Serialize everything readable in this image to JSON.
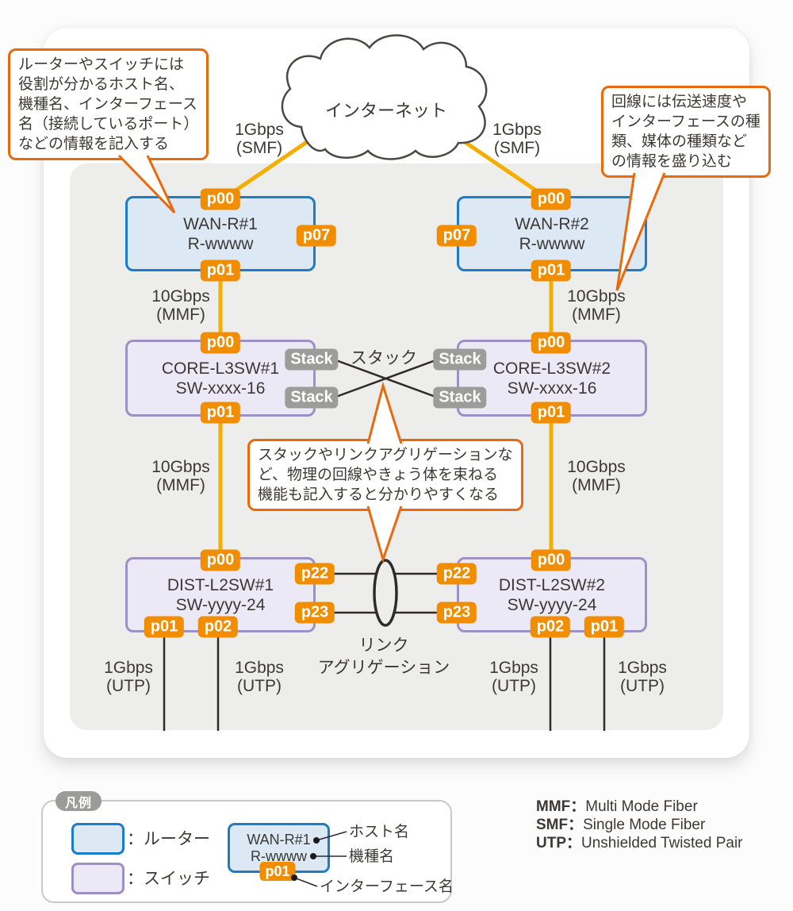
{
  "diagram": {
    "internet_label": "インターネット",
    "stack_label": "スタック",
    "stack_badge": "Stack",
    "link_agg_label": {
      "line1": "リンク",
      "line2": "アグリゲーション"
    },
    "links": {
      "internet_wan1": {
        "speed": "1Gbps",
        "medium": "(SMF)"
      },
      "internet_wan2": {
        "speed": "1Gbps",
        "medium": "(SMF)"
      },
      "wan1_core1": {
        "speed": "10Gbps",
        "medium": "(MMF)"
      },
      "wan2_core2": {
        "speed": "10Gbps",
        "medium": "(MMF)"
      },
      "core1_dist1": {
        "speed": "10Gbps",
        "medium": "(MMF)"
      },
      "core2_dist2": {
        "speed": "10Gbps",
        "medium": "(MMF)"
      },
      "dist1_p01_down": {
        "speed": "1Gbps",
        "medium": "(UTP)"
      },
      "dist1_p02_down": {
        "speed": "1Gbps",
        "medium": "(UTP)"
      },
      "dist2_p02_down": {
        "speed": "1Gbps",
        "medium": "(UTP)"
      },
      "dist2_p01_down": {
        "speed": "1Gbps",
        "medium": "(UTP)"
      }
    },
    "devices": {
      "wan1": {
        "host": "WAN-R#1",
        "model": "R-wwww",
        "port_top": "p00",
        "port_side": "p07",
        "port_bottom": "p01"
      },
      "wan2": {
        "host": "WAN-R#2",
        "model": "R-wwww",
        "port_top": "p00",
        "port_side": "p07",
        "port_bottom": "p01"
      },
      "core1": {
        "host": "CORE-L3SW#1",
        "model": "SW-xxxx-16",
        "port_top": "p00",
        "port_bottom": "p01",
        "stack1": "Stack",
        "stack2": "Stack"
      },
      "core2": {
        "host": "CORE-L3SW#2",
        "model": "SW-xxxx-16",
        "port_top": "p00",
        "port_bottom": "p01",
        "stack1": "Stack",
        "stack2": "Stack"
      },
      "dist1": {
        "host": "DIST-L2SW#1",
        "model": "SW-yyyy-24",
        "port_top": "p00",
        "port_side1": "p22",
        "port_side2": "p23",
        "port_bottom1": "p01",
        "port_bottom2": "p02"
      },
      "dist2": {
        "host": "DIST-L2SW#2",
        "model": "SW-yyyy-24",
        "port_top": "p00",
        "port_side1": "p22",
        "port_side2": "p23",
        "port_bottom1": "p02",
        "port_bottom2": "p01"
      }
    }
  },
  "callouts": {
    "left": {
      "lines": [
        "ルーターやスイッチには",
        "役割が分かるホスト名、",
        "機種名、インターフェース",
        "名（接続しているポート）",
        "などの情報を記入する"
      ]
    },
    "right": {
      "lines": [
        "回線には伝送速度や",
        "インターフェースの種",
        "類、媒体の種類など",
        "の情報を盛り込む"
      ]
    },
    "middle": {
      "lines": [
        "スタックやリンクアグリゲーションな",
        "ど、物理の回線やきょう体を束ねる",
        "機能も記入すると分かりやすくなる"
      ]
    }
  },
  "legend": {
    "title": "凡例",
    "router_label": "：ルーター",
    "switch_label": "：スイッチ",
    "example": {
      "host": "WAN-R#1",
      "model": "R-wwww",
      "port": "p01",
      "host_label": "ホスト名",
      "model_label": "機種名",
      "interface_label": "インターフェース名"
    }
  },
  "abbreviations": [
    {
      "abbr": "MMF",
      "sep": "：",
      "full": "Multi Mode Fiber"
    },
    {
      "abbr": "SMF",
      "sep": "：",
      "full": "Single Mode Fiber"
    },
    {
      "abbr": "UTP",
      "sep": "：",
      "full": "Unshielded Twisted Pair"
    }
  ],
  "colors": {
    "router_border": "#1c7cc5",
    "router_fill": "#dce9f5",
    "switch_border": "#9c90c7",
    "switch_fill": "#ece9f6",
    "port_badge": "#f18d00",
    "stack_badge": "#9c9c9a",
    "link_line_fiber": "#f5ae00",
    "link_line_copper": "#2e2c2a",
    "callout_border": "#e96a0d",
    "panel_gray": "#ededeb"
  }
}
